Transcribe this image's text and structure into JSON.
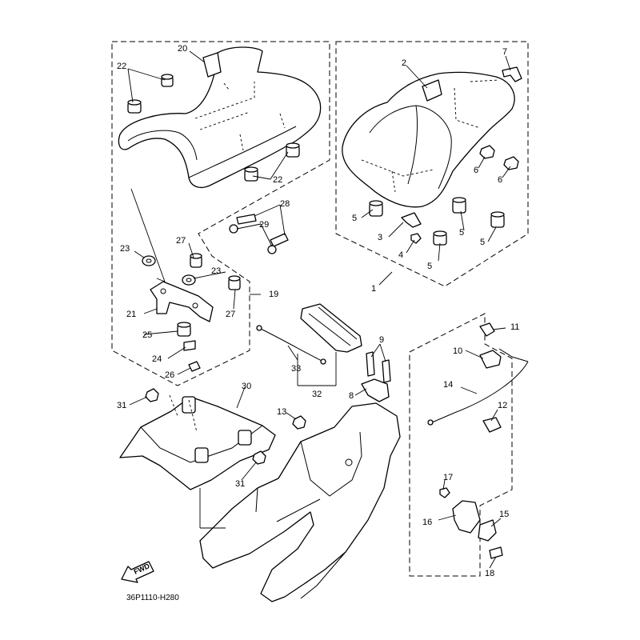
{
  "diagram_code": "36P1110-H280",
  "fwd_label": "FWD",
  "callouts": {
    "c1": "1",
    "c2": "2",
    "c5a": "5",
    "c5b": "5",
    "c5c": "5",
    "c5d": "5",
    "c3": "3",
    "c4": "4",
    "c6a": "6",
    "c6b": "6",
    "c7": "7",
    "c8": "8",
    "c9": "9",
    "c10": "10",
    "c11": "11",
    "c12": "12",
    "c13": "13",
    "c14": "14",
    "c15": "15",
    "c16": "16",
    "c17": "17",
    "c18": "18",
    "c19": "19",
    "c20": "20",
    "c21": "21",
    "c22a": "22",
    "c22b": "22",
    "c23a": "23",
    "c23b": "23",
    "c24": "24",
    "c25": "25",
    "c26": "26",
    "c27a": "27",
    "c27b": "27",
    "c28": "28",
    "c29": "29",
    "c30": "30",
    "c31a": "31",
    "c31b": "31",
    "c32": "32",
    "c33": "33"
  }
}
